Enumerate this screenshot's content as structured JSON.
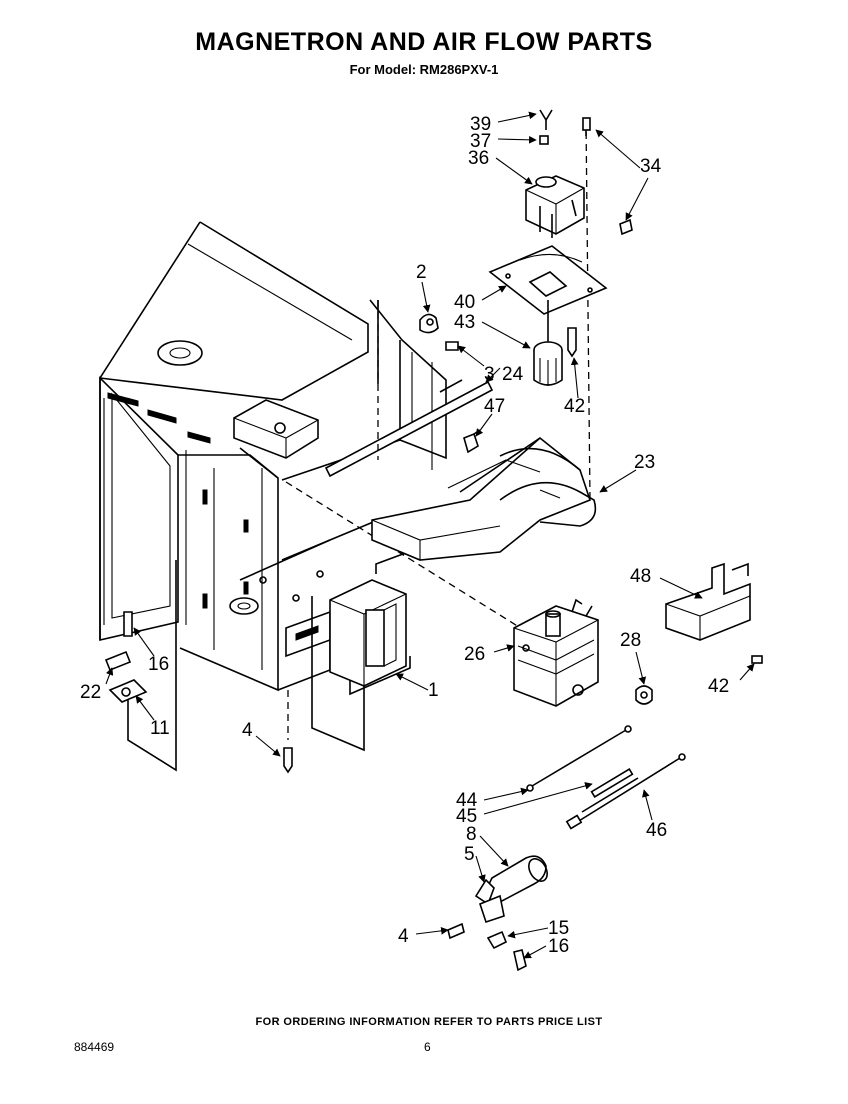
{
  "header": {
    "title": "MAGNETRON AND AIR FLOW PARTS",
    "subtitle": "For Model: RM286PXV-1"
  },
  "callouts": [
    {
      "id": "39",
      "label": "39"
    },
    {
      "id": "37",
      "label": "37"
    },
    {
      "id": "36",
      "label": "36"
    },
    {
      "id": "34",
      "label": "34"
    },
    {
      "id": "2",
      "label": "2"
    },
    {
      "id": "40",
      "label": "40"
    },
    {
      "id": "43",
      "label": "43"
    },
    {
      "id": "3",
      "label": "3"
    },
    {
      "id": "24",
      "label": "24"
    },
    {
      "id": "42a",
      "label": "42"
    },
    {
      "id": "47",
      "label": "47"
    },
    {
      "id": "23",
      "label": "23"
    },
    {
      "id": "48",
      "label": "48"
    },
    {
      "id": "26",
      "label": "26"
    },
    {
      "id": "28",
      "label": "28"
    },
    {
      "id": "42b",
      "label": "42"
    },
    {
      "id": "16a",
      "label": "16"
    },
    {
      "id": "22",
      "label": "22"
    },
    {
      "id": "11",
      "label": "11"
    },
    {
      "id": "1",
      "label": "1"
    },
    {
      "id": "4a",
      "label": "4"
    },
    {
      "id": "44",
      "label": "44"
    },
    {
      "id": "45",
      "label": "45"
    },
    {
      "id": "46",
      "label": "46"
    },
    {
      "id": "8",
      "label": "8"
    },
    {
      "id": "5",
      "label": "5"
    },
    {
      "id": "4b",
      "label": "4"
    },
    {
      "id": "15",
      "label": "15"
    },
    {
      "id": "16b",
      "label": "16"
    }
  ],
  "footer": {
    "note": "FOR ORDERING INFORMATION REFER TO PARTS PRICE LIST",
    "doc_number": "884469",
    "page_number": "6"
  }
}
